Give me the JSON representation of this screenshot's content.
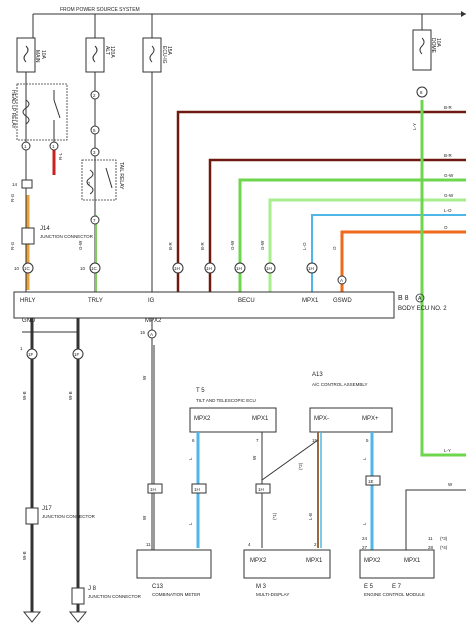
{
  "header": {
    "source": "FROM POWER SOURCE SYSTEM"
  },
  "fuses": [
    {
      "name": "10A",
      "sub": "MAIN"
    },
    {
      "name": "120A",
      "sub": "ALT"
    },
    {
      "name": "15A",
      "sub": "ECU-IG"
    },
    {
      "name": "10A",
      "sub": "DOME"
    }
  ],
  "relays": {
    "head": "HEAD LP RELAY",
    "tail": "TAIL RELAY"
  },
  "junction": {
    "j14": {
      "id": "J14",
      "name": "JUNCTION CONNECTOR"
    },
    "j17": {
      "id": "J17",
      "name": "JUNCTION CONNECTOR"
    },
    "j8": {
      "id": "J 8",
      "name": "JUNCTION CONNECTOR"
    }
  },
  "bcu": {
    "id": "B 8",
    "circle": "A",
    "name": "BODY ECU NO. 2",
    "pins_top": [
      "HRLY",
      "TRLY",
      "IG",
      "BECU",
      "MPX1",
      "GSWD"
    ],
    "pins_bottom": [
      "GND",
      "MPX2"
    ]
  },
  "pin_numbers": {
    "hrly": "10",
    "trly": "10",
    "ig": "11",
    "becu": "10",
    "mpx1": "11",
    "gswd_circle": "A",
    "gnd": "1",
    "mpx2": "15",
    "mpx2_circle": "A",
    "dome": "8"
  },
  "connector_tags": {
    "c1": "1",
    "c2": "1",
    "c3": "14",
    "c4": "2",
    "c5": "5",
    "c6": "3",
    "c7": "7",
    "c8": "1C",
    "c9": "1C",
    "c10": "1H",
    "c11": "1H",
    "c12": "1H",
    "c13": "1H",
    "c14": "1H",
    "c15": "1H",
    "c16": "1H",
    "c17": "1H",
    "c18": "1F",
    "c19": "1F",
    "c20": "1E"
  },
  "wires": {
    "r_g": "R-G",
    "r_l": "R-L",
    "w": "W",
    "g": "G",
    "r": "R",
    "b_r": "B-R",
    "g_w": "G-W",
    "l_o": "L-O",
    "o": "O",
    "l_y": "L-Y",
    "w_b": "W-B",
    "b": "B",
    "l": "L",
    "lr": "(*1)",
    "lr2": "(*2)",
    "lb": "L-B"
  },
  "right_labels": [
    "B-R",
    "B-R",
    "G-W",
    "G-W",
    "L-O",
    "O",
    "L-Y"
  ],
  "modules": {
    "t5": {
      "id": "T 5",
      "name": "TILT AND TELESCOPIC ECU",
      "pins": [
        "MPX2",
        "MPX1"
      ],
      "nums": [
        "6",
        "7"
      ]
    },
    "a13": {
      "id": "A13",
      "name": "A/C CONTROL ASSEMBLY",
      "pins": [
        "MPX-",
        "MPX+"
      ],
      "nums": [
        "15",
        "5"
      ]
    },
    "c13": {
      "id": "C13",
      "name": "COMBINATION METER",
      "nums": [
        "11"
      ]
    },
    "m3": {
      "id": "M 3",
      "name": "MULTI-DISPLAY",
      "pins": [
        "MPX2",
        "MPX1"
      ],
      "nums": [
        "4",
        "2"
      ]
    },
    "e5": {
      "id": "E 5",
      "id2": "E 7",
      "name": "ENGINE CONTROL MODULE",
      "pins": [
        "MPX2",
        "MPX1"
      ],
      "nums": [
        "24",
        "27",
        "11",
        "28"
      ]
    }
  },
  "notes": {
    "n3": "(*3)",
    "n4": "(*4)"
  },
  "colors": {
    "red": "#c92222",
    "darkred": "#6e1a10",
    "green": "#6cd64d",
    "lightgreen": "#a9ee8c",
    "orange": "#ef6a1a",
    "blue": "#4fb7e8",
    "brown": "#9a6a3a",
    "yellow": "#e8d34a"
  }
}
